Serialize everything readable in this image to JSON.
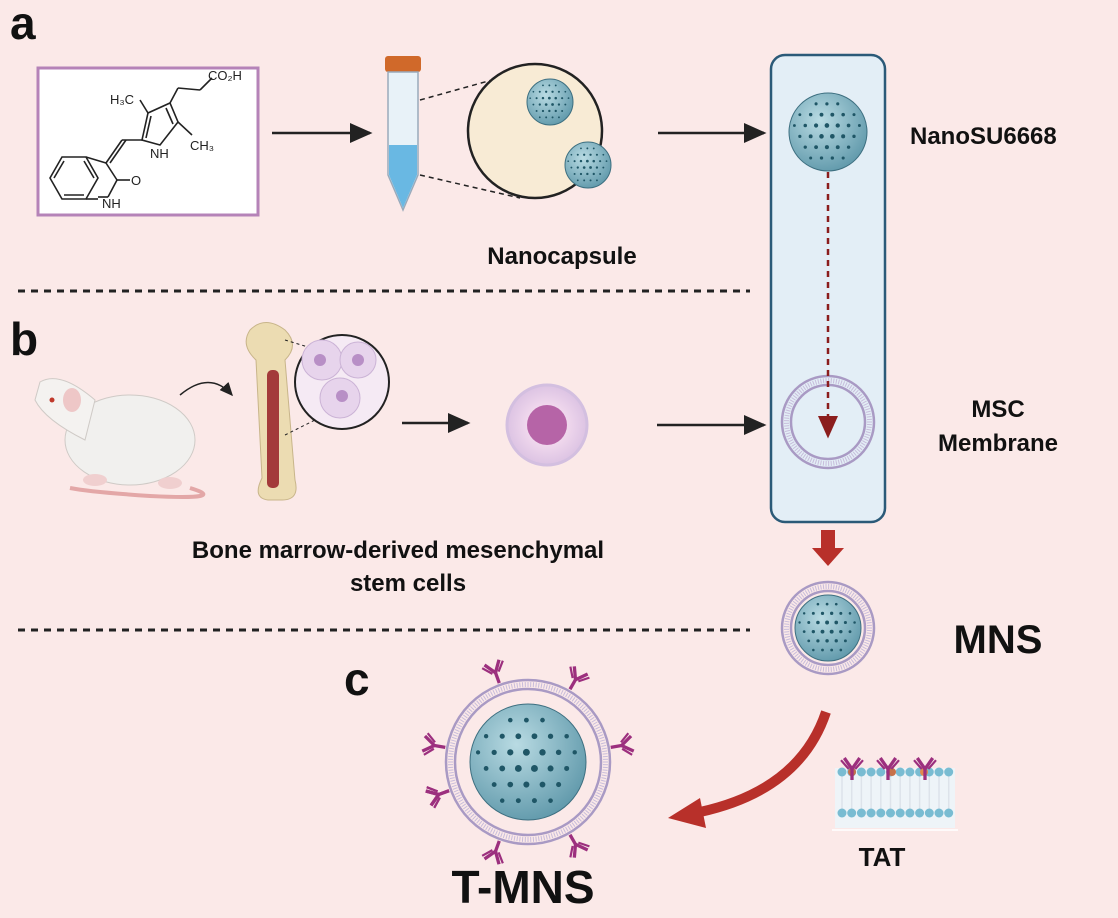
{
  "panels": {
    "a": "a",
    "b": "b",
    "c": "c"
  },
  "chemical": {
    "co2h": "CO₂H",
    "h3c": "H₃C",
    "ch3": "CH₃",
    "nh_pyrrole": "NH",
    "nh_indole": "NH",
    "o": "O"
  },
  "labels": {
    "nanocapsule": "Nanocapsule",
    "nanosu6668": "NanoSU6668",
    "msc_line1": "MSC",
    "msc_line2": "Membrane",
    "bmsc_line1": "Bone marrow-derived mesenchymal",
    "bmsc_line2": "stem cells",
    "mns": "MNS",
    "tat": "TAT",
    "tmns": "T-MNS"
  },
  "colors": {
    "background": "#fbe9e8",
    "panel": "#e3eef6",
    "panel_border": "#2b5a78",
    "nanoparticle": "#7fb3c2",
    "dots": "#1f5666",
    "membrane": "#a99ac4",
    "arrow_red": "#b8302a",
    "antibody": "#9c2f7e",
    "chem_border": "#b583b8"
  }
}
